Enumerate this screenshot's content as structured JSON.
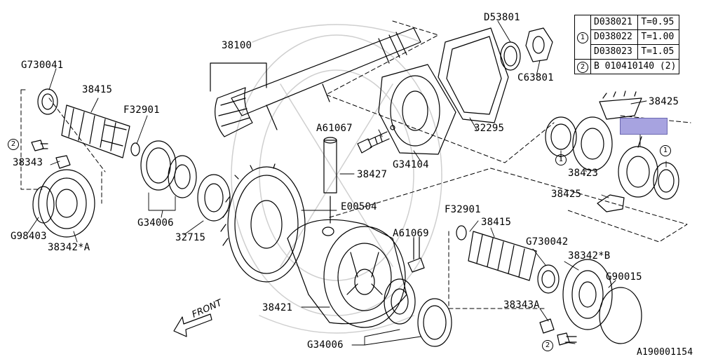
{
  "diagram_id": "A190001154",
  "front_label": "FRONT",
  "legend": {
    "rows": [
      {
        "ref": "1",
        "part": "D038021",
        "spec": "T=0.95"
      },
      {
        "ref": "",
        "part": "D038022",
        "spec": "T=1.00"
      },
      {
        "ref": "",
        "part": "D038023",
        "spec": "T=1.05"
      },
      {
        "ref": "2",
        "part": "B 010410140 (2)",
        "spec": ""
      }
    ]
  },
  "callouts": {
    "c38100": "38100",
    "d53801": "D53801",
    "c63801": "C63801",
    "c38425_top": "38425",
    "c32295": "32295",
    "g34104": "G34104",
    "a61067": "A61067",
    "c38427": "38427",
    "e00504": "E00504",
    "g730041": "G730041",
    "c38415_l": "38415",
    "f32901_l": "F32901",
    "c38343_l": "38343",
    "g98403": "G98403",
    "c38342a": "38342*A",
    "g34006_l": "G34006",
    "c32715": "32715",
    "c38423": "38423",
    "c38425_bot": "38425",
    "f32901_r": "F32901",
    "c38415_r": "38415",
    "a61069": "A61069",
    "g730042": "G730042",
    "c38342b": "38342*B",
    "g90015": "G90015",
    "c38343a": "38343A",
    "c38421": "38421",
    "g34006_b": "G34006"
  },
  "ref_marks": {
    "one": "1",
    "two": "2"
  }
}
